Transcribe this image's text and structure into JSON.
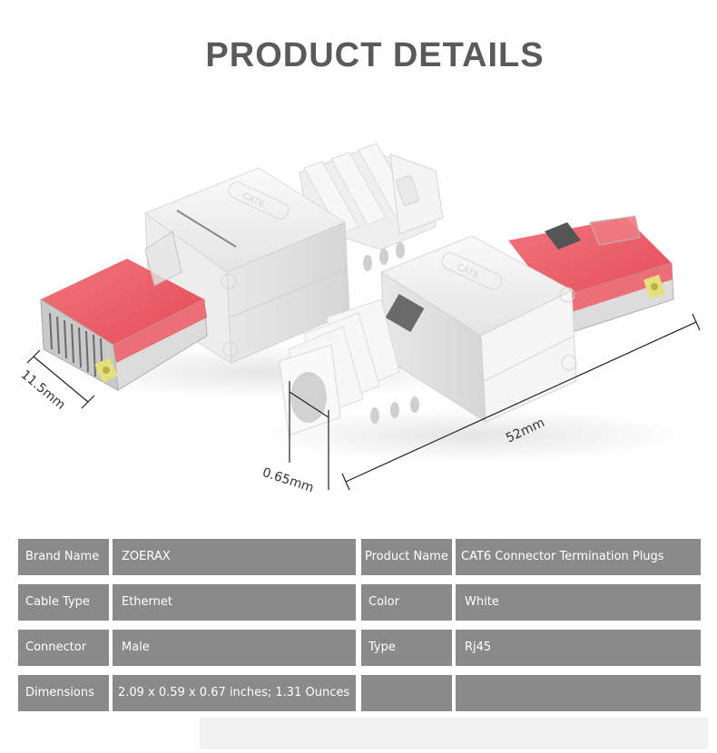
{
  "header": {
    "title": "PRODUCT DETAILS"
  },
  "figure": {
    "description": "Two white tool-less CAT6 RJ45 connector termination plugs with red/transparent insert",
    "housing_emboss": "CAT6",
    "dimensions": {
      "width_label": "11.5mm",
      "length_label": "52mm",
      "opening_label": "0.65mm"
    },
    "colors": {
      "housing": "#f2f2f2",
      "insert": "#ea4a55",
      "contacts": "#b8b8b8",
      "label_yellow": "#e6e07a"
    }
  },
  "specs": {
    "cell_color": "#8a8a8a",
    "text_color": "#ffffff",
    "rows": [
      {
        "label1": "Brand Name",
        "value1": "ZOERAX",
        "label2": "Product Name",
        "value2": "CAT6 Connector Termination Plugs"
      },
      {
        "label1": "Cable Type",
        "value1": "Ethernet",
        "label2": "Color",
        "value2": "White"
      },
      {
        "label1": "Connector",
        "value1": "Male",
        "label2": "Type",
        "value2": "Rj45"
      },
      {
        "label1": "Dimensions",
        "value1": "2.09 x 0.59 x 0.67 inches; 1.31 Ounces",
        "label2": "",
        "value2": ""
      }
    ]
  }
}
